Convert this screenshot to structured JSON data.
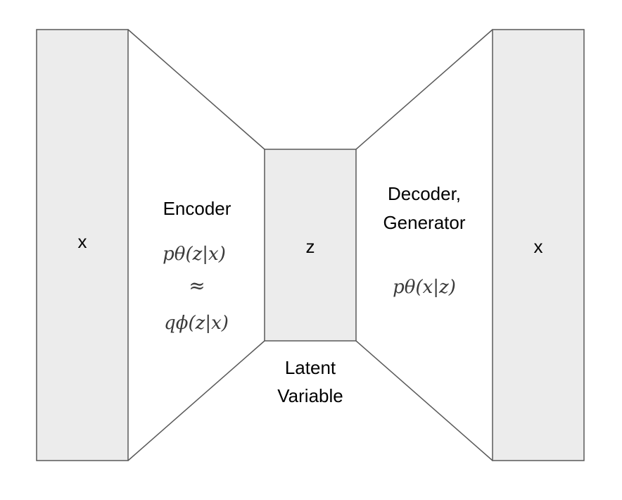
{
  "colors": {
    "box_fill": "#ececec",
    "stroke": "#595959",
    "text": "#000000",
    "math_text": "#3a3a3a"
  },
  "input_block": {
    "label": "x"
  },
  "output_block": {
    "label": "x"
  },
  "latent_block": {
    "label": "z"
  },
  "encoder": {
    "title": "Encoder",
    "formula_line1": "pθ(z|x)",
    "formula_line2": "≈",
    "formula_line3": "qϕ(z|x)"
  },
  "latent": {
    "caption_line1": "Latent",
    "caption_line2": "Variable"
  },
  "decoder": {
    "title_line1": "Decoder,",
    "title_line2": "Generator",
    "formula": "pθ(x|z)"
  }
}
